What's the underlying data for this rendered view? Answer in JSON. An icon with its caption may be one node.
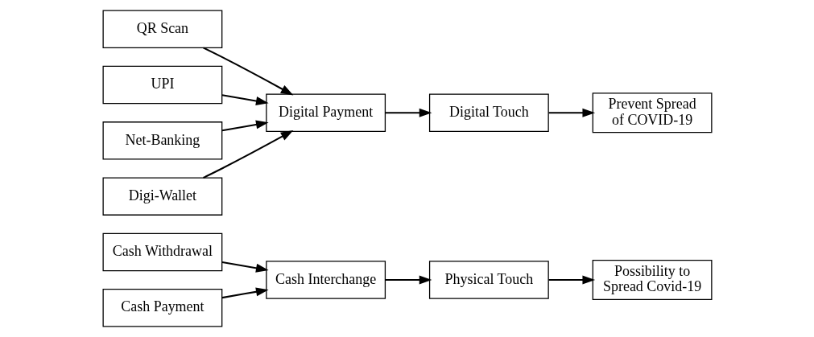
{
  "diagram": {
    "nodes": [
      {
        "text": [
          "Cash Withdrawal"
        ]
      },
      {
        "text": [
          "Cash Payment"
        ]
      },
      {
        "text": [
          "Cash Interchange"
        ]
      },
      {
        "text": [
          "Physical Touch"
        ]
      },
      {
        "text": [
          "Possibility to Spread Covid-19"
        ]
      },
      {
        "text": [
          "QR Scan"
        ]
      },
      {
        "text": [
          "UPI"
        ]
      },
      {
        "text": [
          "Net-Banking"
        ]
      },
      {
        "text": [
          "Digi-Wallet"
        ]
      },
      {
        "text": [
          "Digital Payment"
        ]
      },
      {
        "text": [
          "Digital Touch"
        ]
      },
      {
        "text": [
          "Prevent Spread of COVID-19"
        ]
      }
    ],
    "edges": [
      {
        "from": 0,
        "to": 2,
        "arrow": "to"
      },
      {
        "from": 1,
        "to": 2,
        "arrow": "to"
      },
      {
        "from": 2,
        "to": 3,
        "arrow": "to"
      },
      {
        "from": 3,
        "to": 4,
        "arrow": "to"
      },
      {
        "from": 5,
        "to": 9,
        "arrow": "to"
      },
      {
        "from": 6,
        "to": 9,
        "arrow": "to"
      },
      {
        "from": 7,
        "to": 9,
        "arrow": "to"
      },
      {
        "from": 8,
        "to": 9,
        "arrow": "to"
      },
      {
        "from": 9,
        "to": 10,
        "arrow": "to"
      },
      {
        "from": 10,
        "to": 11,
        "arrow": "to"
      }
    ]
  }
}
